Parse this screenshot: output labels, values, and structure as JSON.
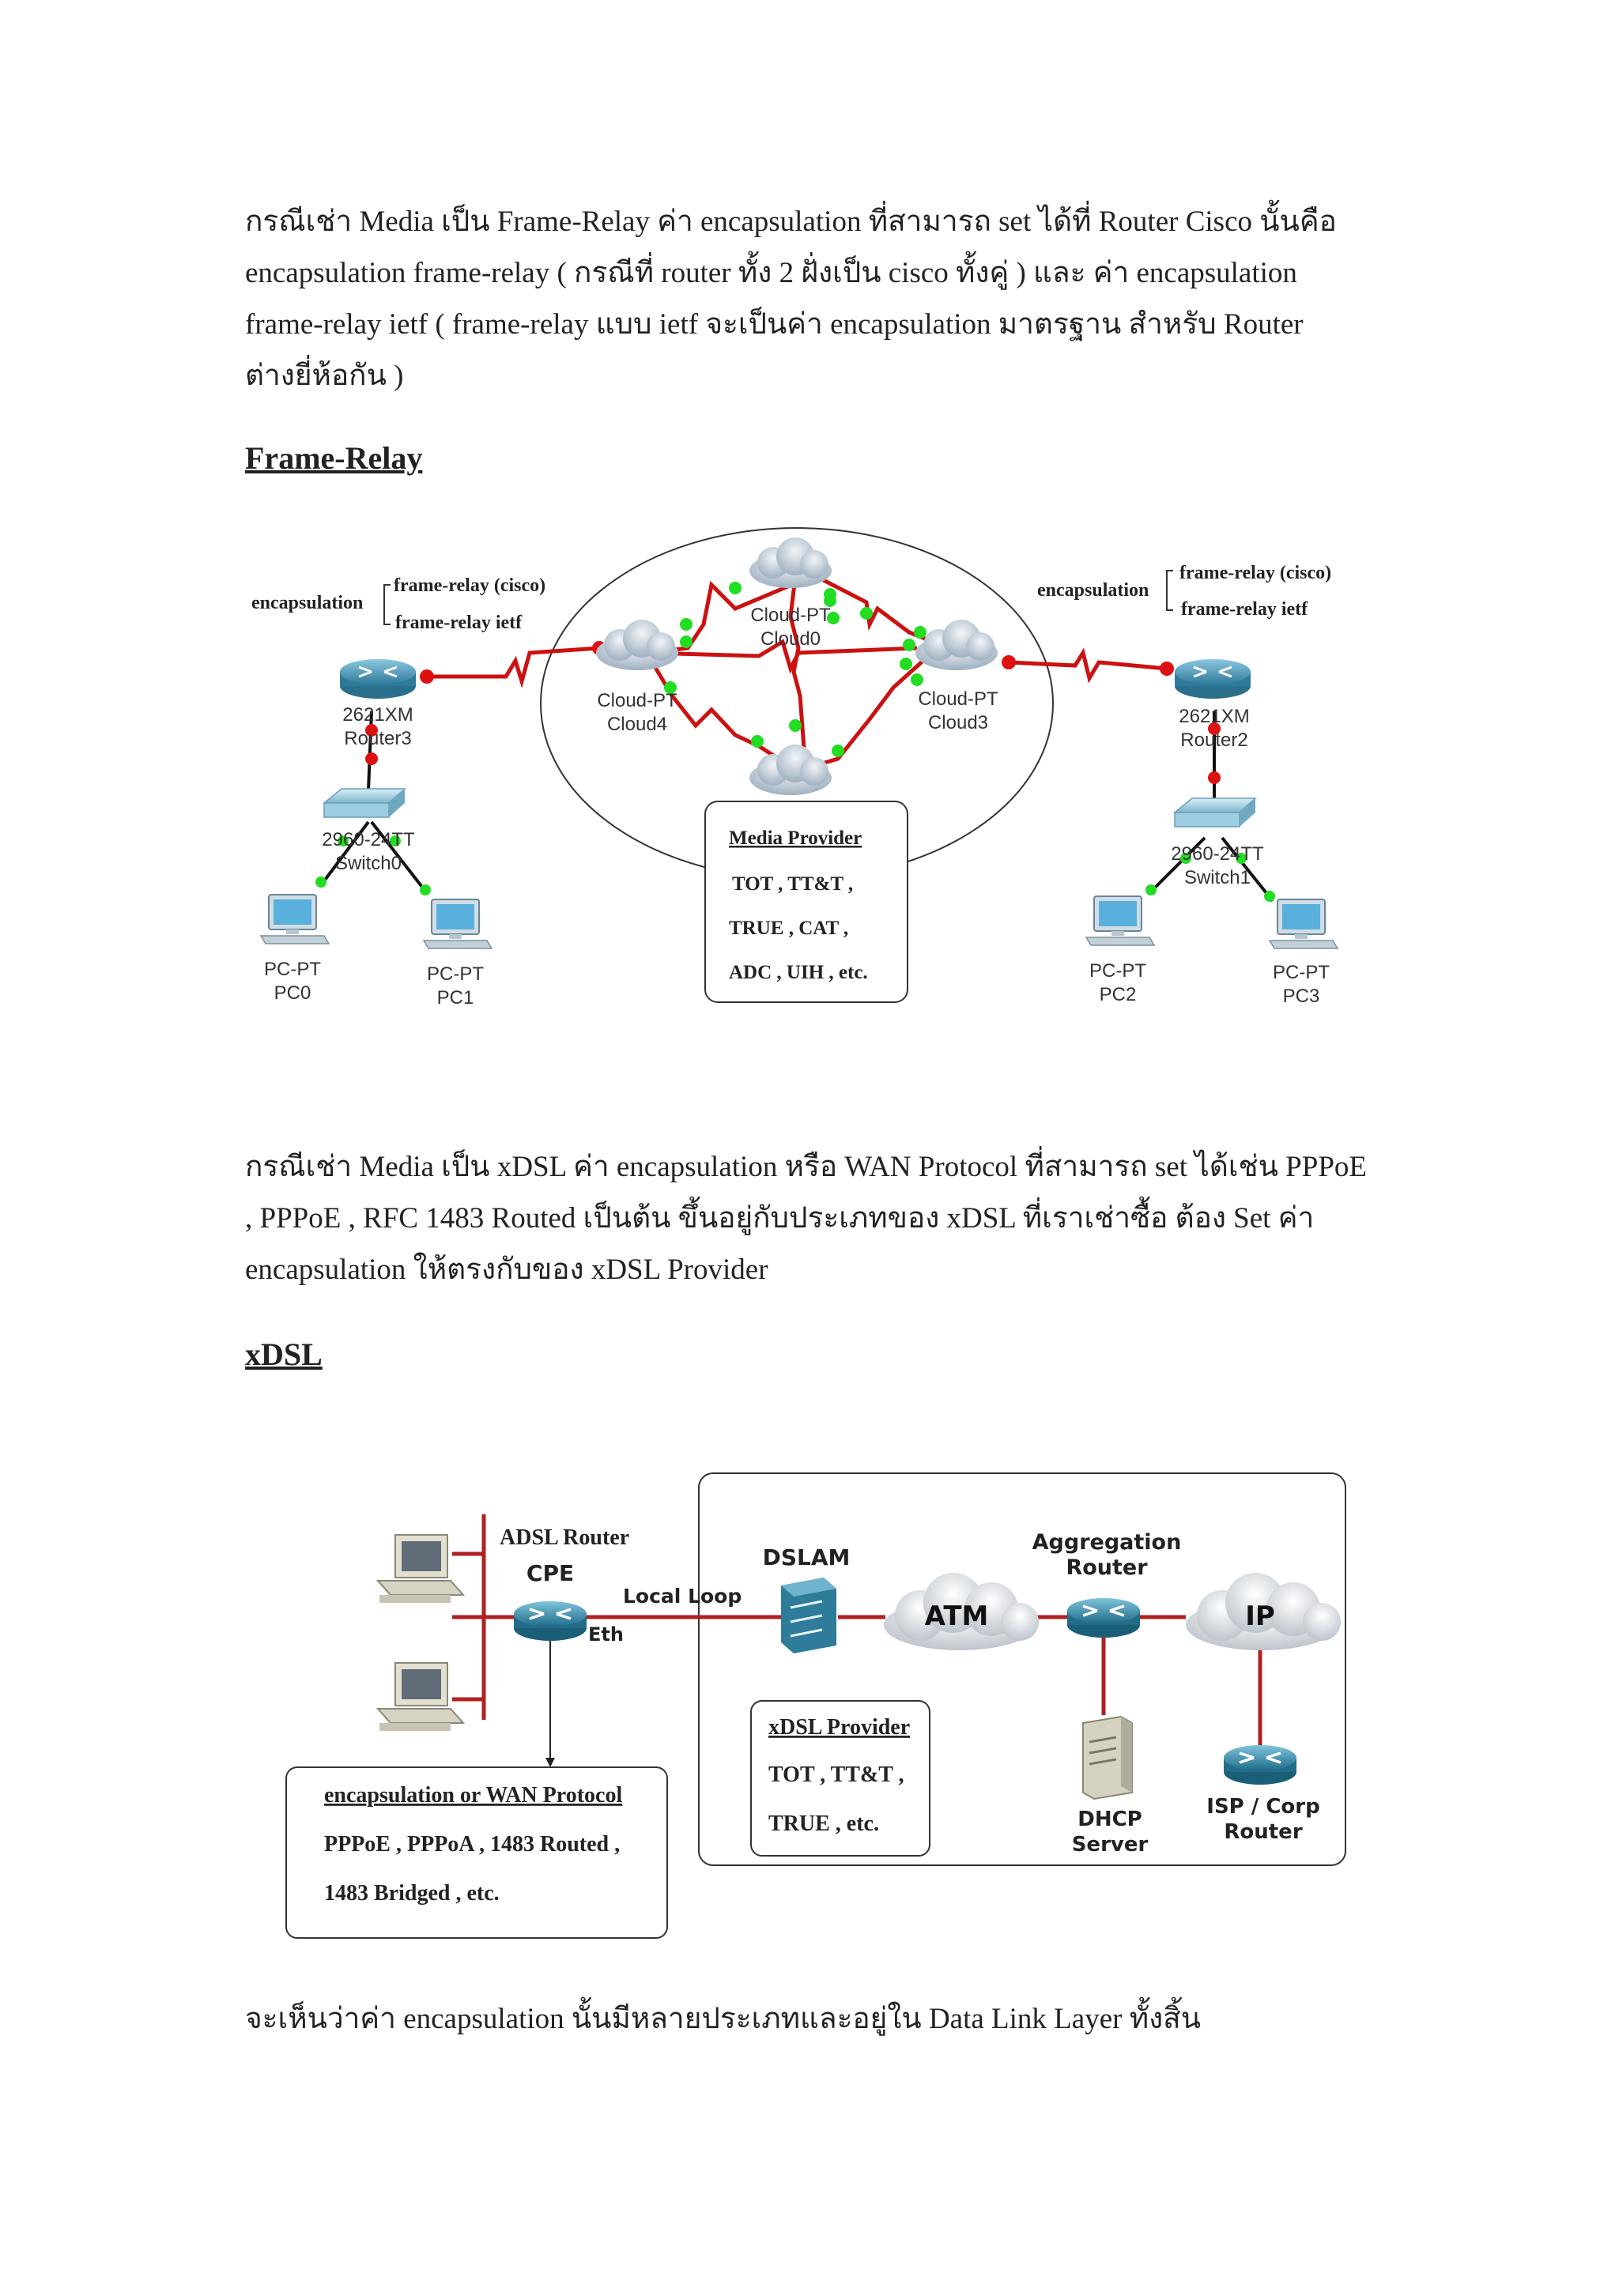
{
  "intro_paragraph": {
    "line1": "กรณีเช่า Media เป็น  Frame-Relay ค่า  encapsulation ที่สามารถ set ได้ที่ Router Cisco นั้นคือ",
    "line2": "encapsulation frame-relay ( กรณีที่ router ทั้ง 2 ฝั่งเป็น cisco ทั้งคู่ )  และ ค่า encapsulation",
    "line3": "frame-relay ietf  ( frame-relay แบบ  ietf  จะเป็นค่า encapsulation มาตรฐาน สำหรับ Router",
    "line4": "ต่างยี่ห้อกัน  )"
  },
  "frame_relay_heading": "Frame-Relay",
  "frame_relay_diagram": {
    "left_encap_label": "encapsulation",
    "left_encap_options": [
      "frame-relay (cisco)",
      "frame-relay ietf"
    ],
    "right_encap_label": "encapsulation",
    "right_encap_options": [
      "frame-relay (cisco)",
      "frame-relay ietf"
    ],
    "router3": {
      "model": "2621XM",
      "name": "Router3"
    },
    "router2": {
      "model": "2621XM",
      "name": "Router2"
    },
    "switch0": {
      "model": "2960-24TT",
      "name": "Switch0"
    },
    "switch1": {
      "model": "2960-24TT",
      "name": "Switch1"
    },
    "cloud0": {
      "type": "Cloud-PT",
      "name": "Cloud0"
    },
    "cloud4": {
      "type": "Cloud-PT",
      "name": "Cloud4"
    },
    "cloud3": {
      "type": "Cloud-PT",
      "name": "Cloud3"
    },
    "pc0": {
      "type": "PC-PT",
      "name": "PC0"
    },
    "pc1": {
      "type": "PC-PT",
      "name": "PC1"
    },
    "pc2": {
      "type": "PC-PT",
      "name": "PC2"
    },
    "pc3": {
      "type": "PC-PT",
      "name": "PC3"
    },
    "provider_box": {
      "title": "Media Provider",
      "line1": "TOT  , TT&T ,",
      "line2": "TRUE ,  CAT ,",
      "line3": "ADC ,  UIH   , etc."
    }
  },
  "xdsl_paragraph": {
    "line1": "กรณีเช่า Media เป็น  xDSL ค่า  encapsulation หรือ WAN Protocol ที่สามารถ set ได้เช่น  PPPoE",
    "line2": ", PPPoE  , RFC 1483 Routed  เป็นต้น ขึ้นอยู่กับประเภทของ xDSL ที่เราเช่าซื้อ  ต้อง Set  ค่า",
    "line3": "encapsulation  ให้ตรงกับของ  xDSL Provider"
  },
  "xdsl_heading": "xDSL",
  "xdsl_diagram": {
    "adsl_router_label": "ADSL Router",
    "cpe_label": "CPE",
    "eth_label": "Eth",
    "local_loop_label": "Local Loop",
    "dslam_label": "DSLAM",
    "atm_label": "ATM",
    "aggregation_label_1": "Aggregation",
    "aggregation_label_2": "Router",
    "ip_label": "IP",
    "dhcp_label_1": "DHCP",
    "dhcp_label_2": "Server",
    "isp_label_1": "ISP / Corp",
    "isp_label_2": "Router",
    "provider_box": {
      "title": "xDSL Provider",
      "line1": "TOT , TT&T ,",
      "line2": "TRUE , etc."
    },
    "encap_box": {
      "title": "encapsulation or WAN Protocol",
      "line1": "PPPoE  ,  PPPoA  , 1483 Routed ,",
      "line2": "1483 Bridged , etc."
    }
  },
  "conclusion": "จะเห็นว่าค่า encapsulation นั้นมีหลายประเภทและอยู่ใน  Data Link  Layer  ทั้งสิ้น",
  "colors": {
    "link_red": "#cc1111",
    "port_green": "#22dd22",
    "port_red": "#dd1111",
    "router_blue": "#3a8fb0",
    "cloud_gray": "#c8d2dc"
  }
}
